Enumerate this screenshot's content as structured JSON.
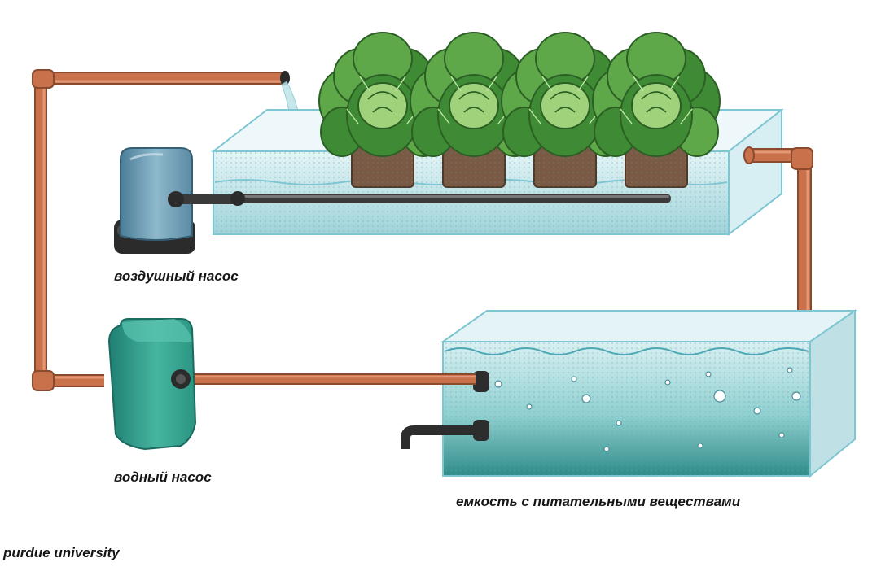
{
  "labels": {
    "air_pump": "воздушный насос",
    "water_pump": "водный насос",
    "reservoir": "емкость с питательными веществами",
    "credit": "purdue university"
  },
  "plant_count": 4,
  "colors": {
    "pipe": "#c9714a",
    "pipe_highlight": "#e9a27e",
    "pipe_outline": "#8a4a2e",
    "glass_outline": "#7fc6d3",
    "water": "#bfe3e7",
    "water_deep": "#2f8c87",
    "lettuce_dark": "#3f8a35",
    "lettuce_light": "#9fd27a",
    "soil_pot": "#7a5a44",
    "air_pump_body": "#5f8ea6",
    "air_pump_base": "#2b2b2b",
    "water_pump_body": "#2f9a88",
    "air_tube": "#3a3a3a"
  }
}
